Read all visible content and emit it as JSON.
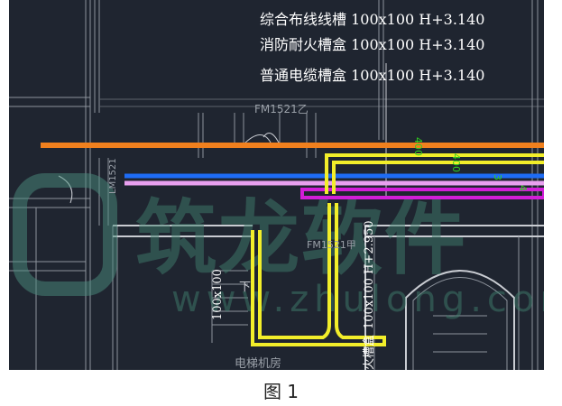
{
  "legend": {
    "line1": "综合布线线槽 100x100 H+3.140",
    "line2": "消防耐火槽盒 100x100 H+3.140",
    "line3": "普通电缆槽盒 100x100 H+3.140"
  },
  "labels": {
    "door_fm": "FM1521乙",
    "door_lm": "LM1521",
    "door_fm_lower": "FM1521甲",
    "tray_size_left": "100x100",
    "tray_size_right": "100x100 H+2.950",
    "tray_fire_vertical": "火槽盒",
    "stair_down": "下",
    "room_name": "电梯机房",
    "green_tag_1": "400",
    "green_tag_2": "400",
    "green_tag_3": "3",
    "green_tag_4": "4"
  },
  "watermark": {
    "text_main": "筑龙软件",
    "text_url": "www.zhulong.com"
  },
  "caption": "图 1",
  "colors": {
    "background": "#1f2530",
    "orange_tray": "#f0801e",
    "yellow_tray": "#f2ee2a",
    "blue_tray": "#1e6cf5",
    "pink_tray": "#e8a0ef",
    "magenta_tray": "#d21ed8",
    "green_text": "#2fd21e",
    "wall_lines": "#c9ccd2",
    "watermark": "#5a9a8a"
  }
}
